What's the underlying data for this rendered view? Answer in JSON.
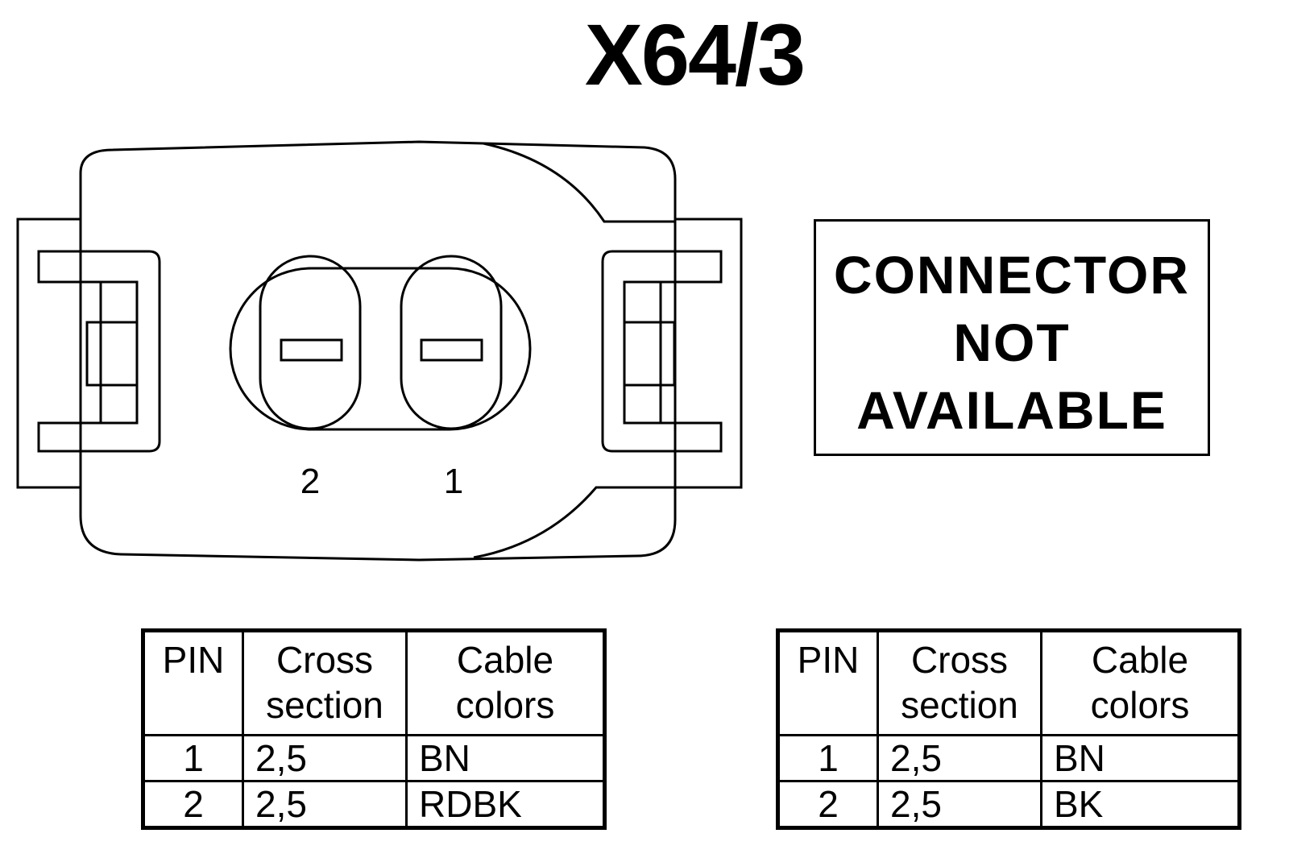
{
  "title": "X64/3",
  "pin_labels": [
    "2",
    "1"
  ],
  "notice": {
    "lines": [
      "CONNECTOR",
      "NOT",
      "AVAILABLE"
    ]
  },
  "table_headers": {
    "pin": "PIN",
    "cross_line1": "Cross",
    "cross_line2": "section",
    "color_line1": "Cable",
    "color_line2": "colors"
  },
  "table_left": {
    "rows": [
      {
        "pin": "1",
        "cross": "2,5",
        "color": "BN"
      },
      {
        "pin": "2",
        "cross": "2,5",
        "color": "RDBK"
      }
    ]
  },
  "table_right": {
    "rows": [
      {
        "pin": "1",
        "cross": "2,5",
        "color": "BN"
      },
      {
        "pin": "2",
        "cross": "2,5",
        "color": "BK"
      }
    ]
  }
}
